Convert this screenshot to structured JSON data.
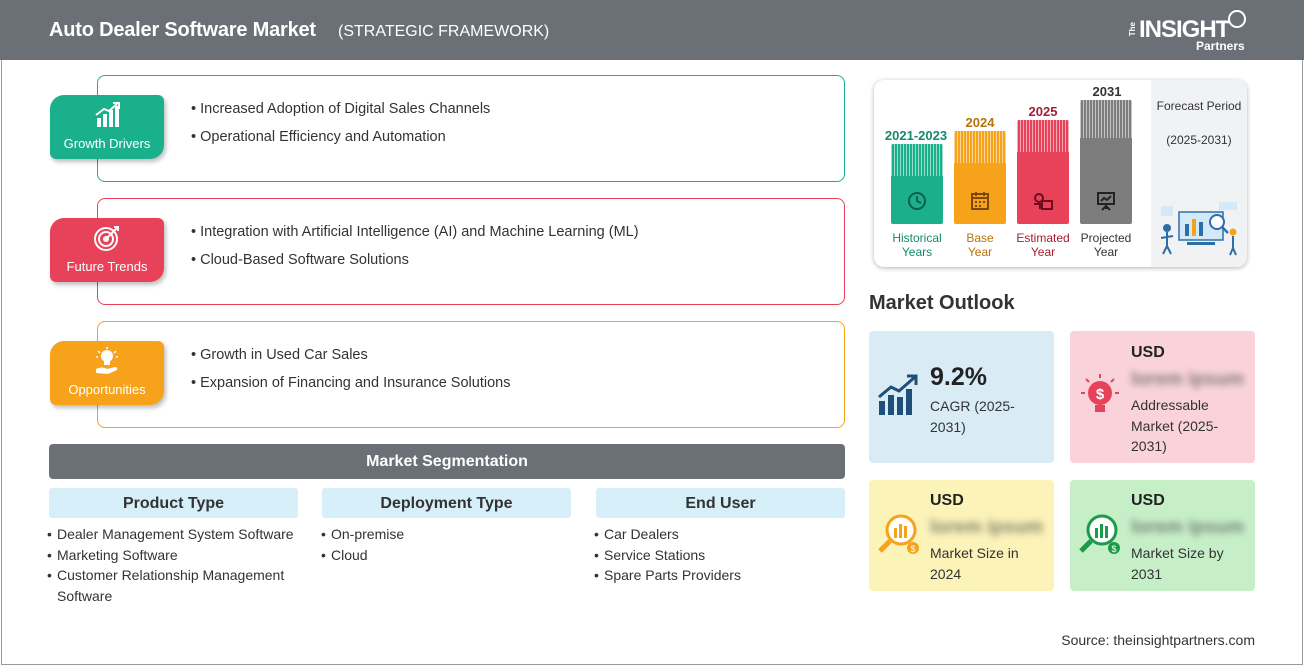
{
  "header": {
    "title": "Auto Dealer Software Market",
    "subtitle": "(STRATEGIC FRAMEWORK)",
    "logo": {
      "the": "The",
      "insight": "INSIGHT",
      "partners": "Partners"
    }
  },
  "framework": [
    {
      "label": "Growth Drivers",
      "color": "#1bb08c",
      "icon": "bar-chart-growth-icon",
      "points": [
        "Increased Adoption of Digital Sales Channels",
        "Operational Efficiency and Automation"
      ]
    },
    {
      "label": "Future Trends",
      "color": "#e8425a",
      "icon": "target-icon",
      "points": [
        "Integration with Artificial Intelligence (AI) and Machine Learning (ML)",
        "Cloud-Based Software Solutions"
      ]
    },
    {
      "label": "Opportunities",
      "color": "#f7a21b",
      "icon": "lightbulb-hand-icon",
      "points": [
        "Growth in Used Car Sales",
        "Expansion of Financing and Insurance Solutions"
      ]
    }
  ],
  "segmentation": {
    "title": "Market Segmentation",
    "columns": [
      {
        "heading": "Product Type",
        "items": [
          "Dealer Management System Software",
          "Marketing Software",
          "Customer Relationship Management Software"
        ]
      },
      {
        "heading": "Deployment Type",
        "items": [
          "On-premise",
          "Cloud"
        ]
      },
      {
        "heading": "End User",
        "items": [
          "Car Dealers",
          "Service Stations",
          "Spare Parts Providers"
        ]
      }
    ]
  },
  "timeline": {
    "periods": [
      {
        "year": "2021-2023",
        "caption_1": "Historical",
        "caption_2": "Years",
        "color": "#1bb08c",
        "year_color": "#138a6c",
        "caption_color": "#138a6c",
        "icon": "history-icon"
      },
      {
        "year": "2024",
        "caption_1": "Base",
        "caption_2": "Year",
        "color": "#f7a21b",
        "year_color": "#b8730a",
        "caption_color": "#b8730a",
        "icon": "calendar-icon"
      },
      {
        "year": "2025",
        "caption_1": "Estimated",
        "caption_2": "Year",
        "color": "#e8425a",
        "year_color": "#a51d32",
        "caption_color": "#a51d32",
        "icon": "gears-icon"
      },
      {
        "year": "2031",
        "caption_1": "Projected",
        "caption_2": "Year",
        "color": "#7d7d7d",
        "year_color": "#333333",
        "caption_color": "#333333",
        "icon": "presentation-icon"
      }
    ],
    "forecast_title": "Forecast Period",
    "forecast_range": "(2025-2031)"
  },
  "outlook": {
    "title": "Market Outlook",
    "cagr": {
      "value": "9.2%",
      "label": "CAGR (2025-2031)",
      "bg": "#d9ecf6"
    },
    "addressable": {
      "currency": "USD",
      "value": "lorem ipsum",
      "label": "Addressable Market (2025-2031)",
      "bg": "#f9d3d9"
    },
    "size_2024": {
      "currency": "USD",
      "value": "lorem ipsum",
      "label": "Market Size in 2024",
      "bg": "#fbf3b8"
    },
    "size_2031": {
      "currency": "USD",
      "value": "lorem ipsum",
      "label": "Market Size by 2031",
      "bg": "#c6efc8"
    }
  },
  "source": "Source: theinsightpartners.com"
}
